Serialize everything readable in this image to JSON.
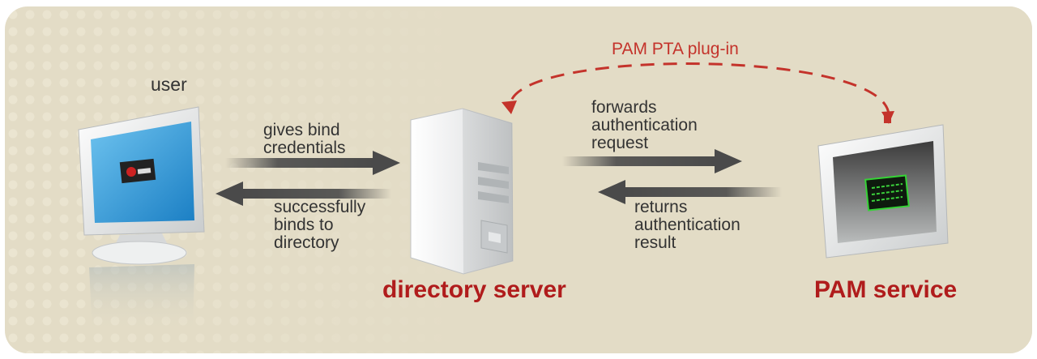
{
  "nodes": {
    "user": {
      "label": "user",
      "icon": "monitor-icon"
    },
    "directory_server": {
      "label": "directory server",
      "icon": "server-tower-icon"
    },
    "pam_service": {
      "label": "PAM service",
      "icon": "pam-monitor-icon"
    }
  },
  "edges": {
    "gives_bind": [
      "gives bind",
      "credentials"
    ],
    "binds": [
      "successfully",
      "binds to",
      "directory"
    ],
    "forwards": [
      "forwards",
      "authentication",
      "request"
    ],
    "returns": [
      "returns",
      "authentication",
      "result"
    ],
    "plugin": "PAM PTA  plug-in"
  },
  "colors": {
    "background": "#e3dcc6",
    "title": "#b01c1c",
    "plugin": "#c4332b",
    "arrow": "#4a4a4a",
    "text": "#333333"
  }
}
